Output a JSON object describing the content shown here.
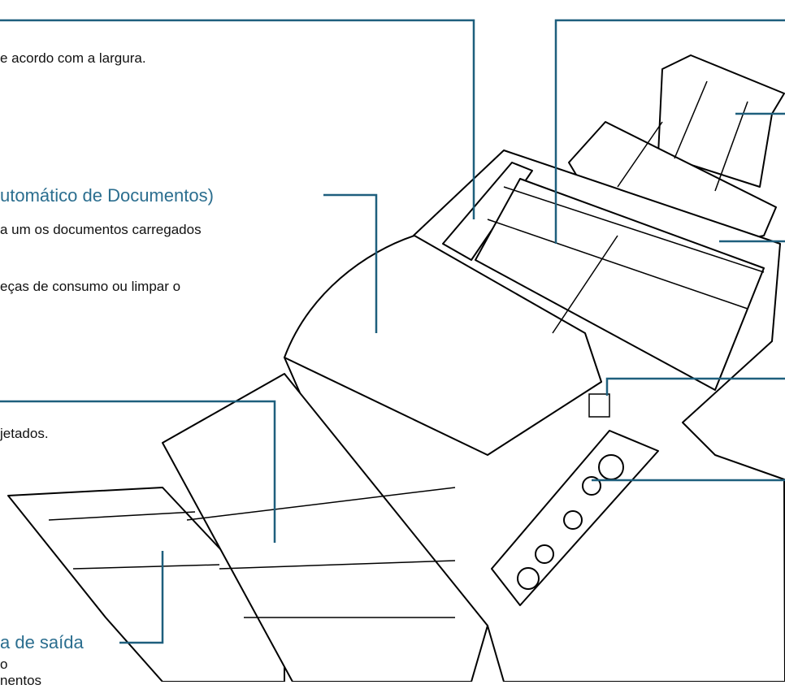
{
  "annotations": {
    "guide_text": "e acordo com a largura.",
    "adf_heading": "utomático de Documentos)",
    "adf_line1": "a um os documentos carregados",
    "adf_line2": "eças de consumo ou limpar o",
    "stacker_text": "jetados.",
    "stacker_heading": "a de saída",
    "stacker_line1": "o",
    "stacker_line2": "nentos"
  },
  "colors": {
    "leader_line": "#1e5f7d",
    "heading": "#2b6e8f",
    "drawing": "#000000"
  }
}
